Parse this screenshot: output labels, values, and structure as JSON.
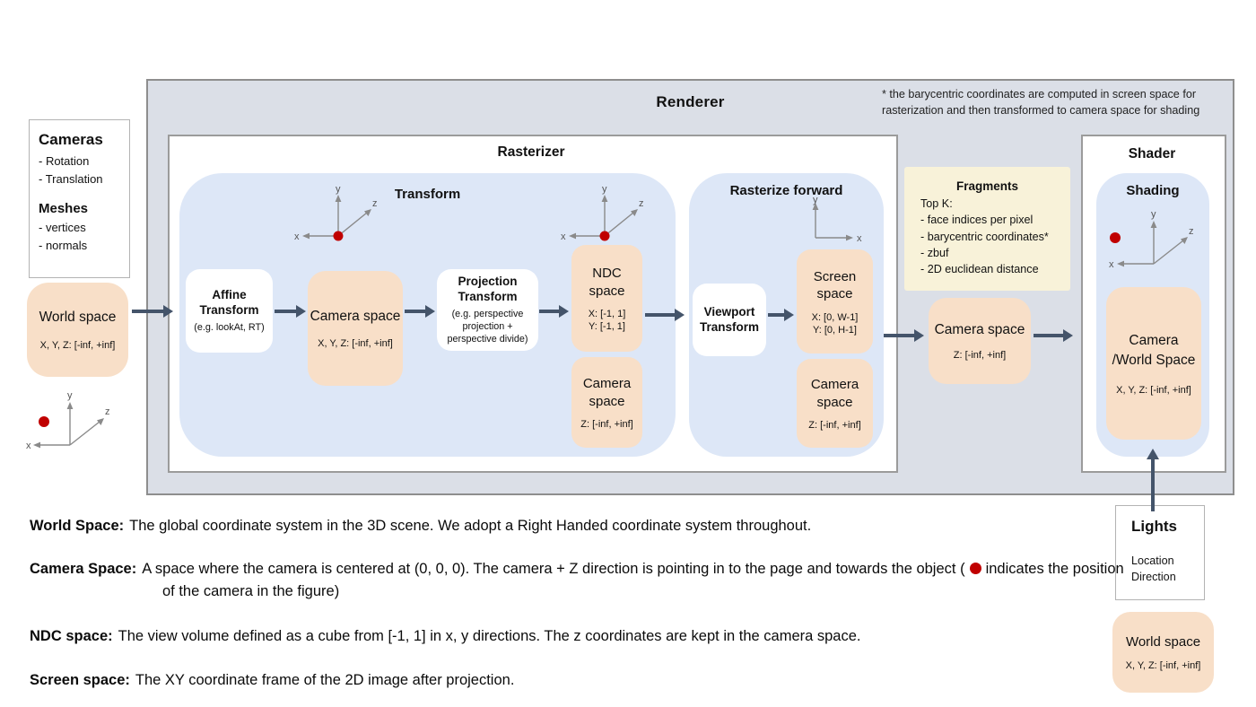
{
  "renderer": {
    "title": "Renderer"
  },
  "note": {
    "text": "* the barycentric coordinates are computed in screen space for rasterization and then transformed to camera space for shading"
  },
  "inputs": {
    "cameras": {
      "title": "Cameras",
      "items": [
        "- Rotation",
        "- Translation"
      ]
    },
    "meshes": {
      "title": "Meshes",
      "items": [
        "- vertices",
        "- normals"
      ]
    },
    "world_space": {
      "title": "World space",
      "range": "X, Y, Z: [-inf, +inf]"
    }
  },
  "rasterizer": {
    "title": "Rasterizer",
    "transform": {
      "title": "Transform",
      "affine": {
        "title": "Affine Transform",
        "subtitle": "(e.g. lookAt, RT)"
      },
      "camera_space": {
        "title": "Camera space",
        "range": "X, Y, Z: [-inf, +inf]"
      },
      "projection": {
        "title": "Projection Transform",
        "subtitle": "(e.g. perspective projection + perspective divide)"
      },
      "ndc_space": {
        "title": "NDC space",
        "ranges": [
          "X: [-1, 1]",
          "Y: [-1, 1]"
        ]
      },
      "ndc_camera_space": {
        "title": "Camera space",
        "range": "Z: [-inf, +inf]"
      }
    },
    "rasterize_forward": {
      "title": "Rasterize forward",
      "viewport": {
        "title": "Viewport Transform"
      },
      "screen_space": {
        "title": "Screen space",
        "ranges": [
          "X: [0, W-1]",
          "Y: [0, H-1]"
        ]
      },
      "camera_space": {
        "title": "Camera space",
        "range": "Z: [-inf, +inf]"
      }
    }
  },
  "fragments": {
    "title": "Fragments",
    "lines": [
      "Top K:",
      "- face indices per pixel",
      "- barycentric coordinates*",
      "- zbuf",
      "- 2D euclidean distance"
    ]
  },
  "post_rasterizer_camera_space": {
    "title": "Camera space",
    "range": "Z: [-inf, +inf]"
  },
  "shader": {
    "title": "Shader",
    "shading": {
      "title": "Shading"
    },
    "camera_world_space": {
      "title": "Camera /World Space",
      "range": "X, Y, Z: [-inf, +inf]"
    }
  },
  "lights": {
    "title": "Lights",
    "items": [
      "Location",
      "Direction"
    ],
    "world_space": {
      "title": "World space",
      "range": "X, Y, Z: [-inf, +inf]"
    }
  },
  "axes": {
    "x": "x",
    "y": "y",
    "z": "z"
  },
  "definitions": {
    "world": {
      "term": "World Space:",
      "text": "The global coordinate system in the 3D scene. We adopt a Right Handed coordinate system throughout."
    },
    "camera": {
      "term": "Camera Space:",
      "text_before_dot": "A space where the camera is centered at (0, 0, 0). The camera + Z direction is pointing in to the page and towards the object (",
      "text_after_dot": "indicates the position of the camera in the figure)"
    },
    "ndc": {
      "term": "NDC space:",
      "text": "The view volume defined as a cube from [-1, 1] in x, y directions. The z coordinates are kept in the camera space."
    },
    "screen": {
      "term": "Screen space:",
      "text": "The XY coordinate frame of the 2D image after projection."
    }
  },
  "colors": {
    "frame_gray": "#dbdfe7",
    "panel_blue": "#dde7f7",
    "box_peach": "#f8dfc8",
    "fragments_yellow": "#f8f2d9",
    "arrow_slate": "#44546a",
    "camera_dot_red": "#c00000"
  }
}
